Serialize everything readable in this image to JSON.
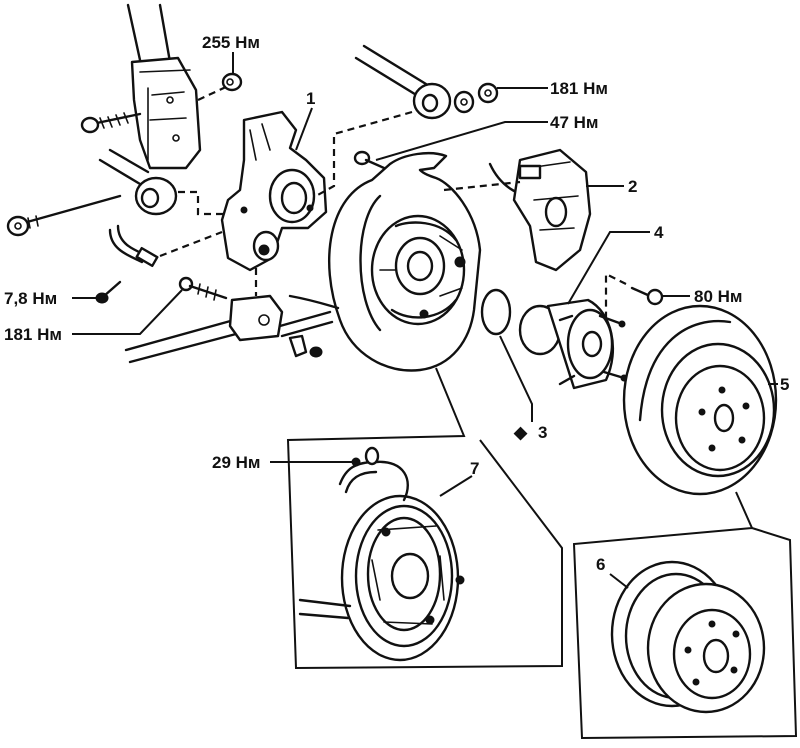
{
  "diagram": {
    "type": "exploded-view",
    "subject": "rear wheel hub and brake assembly",
    "torque_labels": [
      {
        "id": "t-255",
        "text": "255 Нм"
      },
      {
        "id": "t-181-top",
        "text": "181 Нм"
      },
      {
        "id": "t-47",
        "text": "47 Нм"
      },
      {
        "id": "t-7-8",
        "text": "7,8 Нм"
      },
      {
        "id": "t-181-left",
        "text": "181 Нм"
      },
      {
        "id": "t-80",
        "text": "80 Нм"
      },
      {
        "id": "t-29",
        "text": "29 Нм"
      }
    ],
    "part_callouts": [
      {
        "id": "p1",
        "text": "1",
        "part": "steering knuckle / carrier"
      },
      {
        "id": "p2",
        "text": "2",
        "part": "brake caliper"
      },
      {
        "id": "p3",
        "text": "3",
        "marker": "◆",
        "part": "O-ring"
      },
      {
        "id": "p4",
        "text": "4",
        "part": "hub bearing assembly"
      },
      {
        "id": "p5",
        "text": "5",
        "part": "brake disc"
      },
      {
        "id": "p6",
        "text": "6",
        "part": "brake drum"
      },
      {
        "id": "p7",
        "text": "7",
        "part": "drum brake backing plate assembly"
      }
    ]
  }
}
